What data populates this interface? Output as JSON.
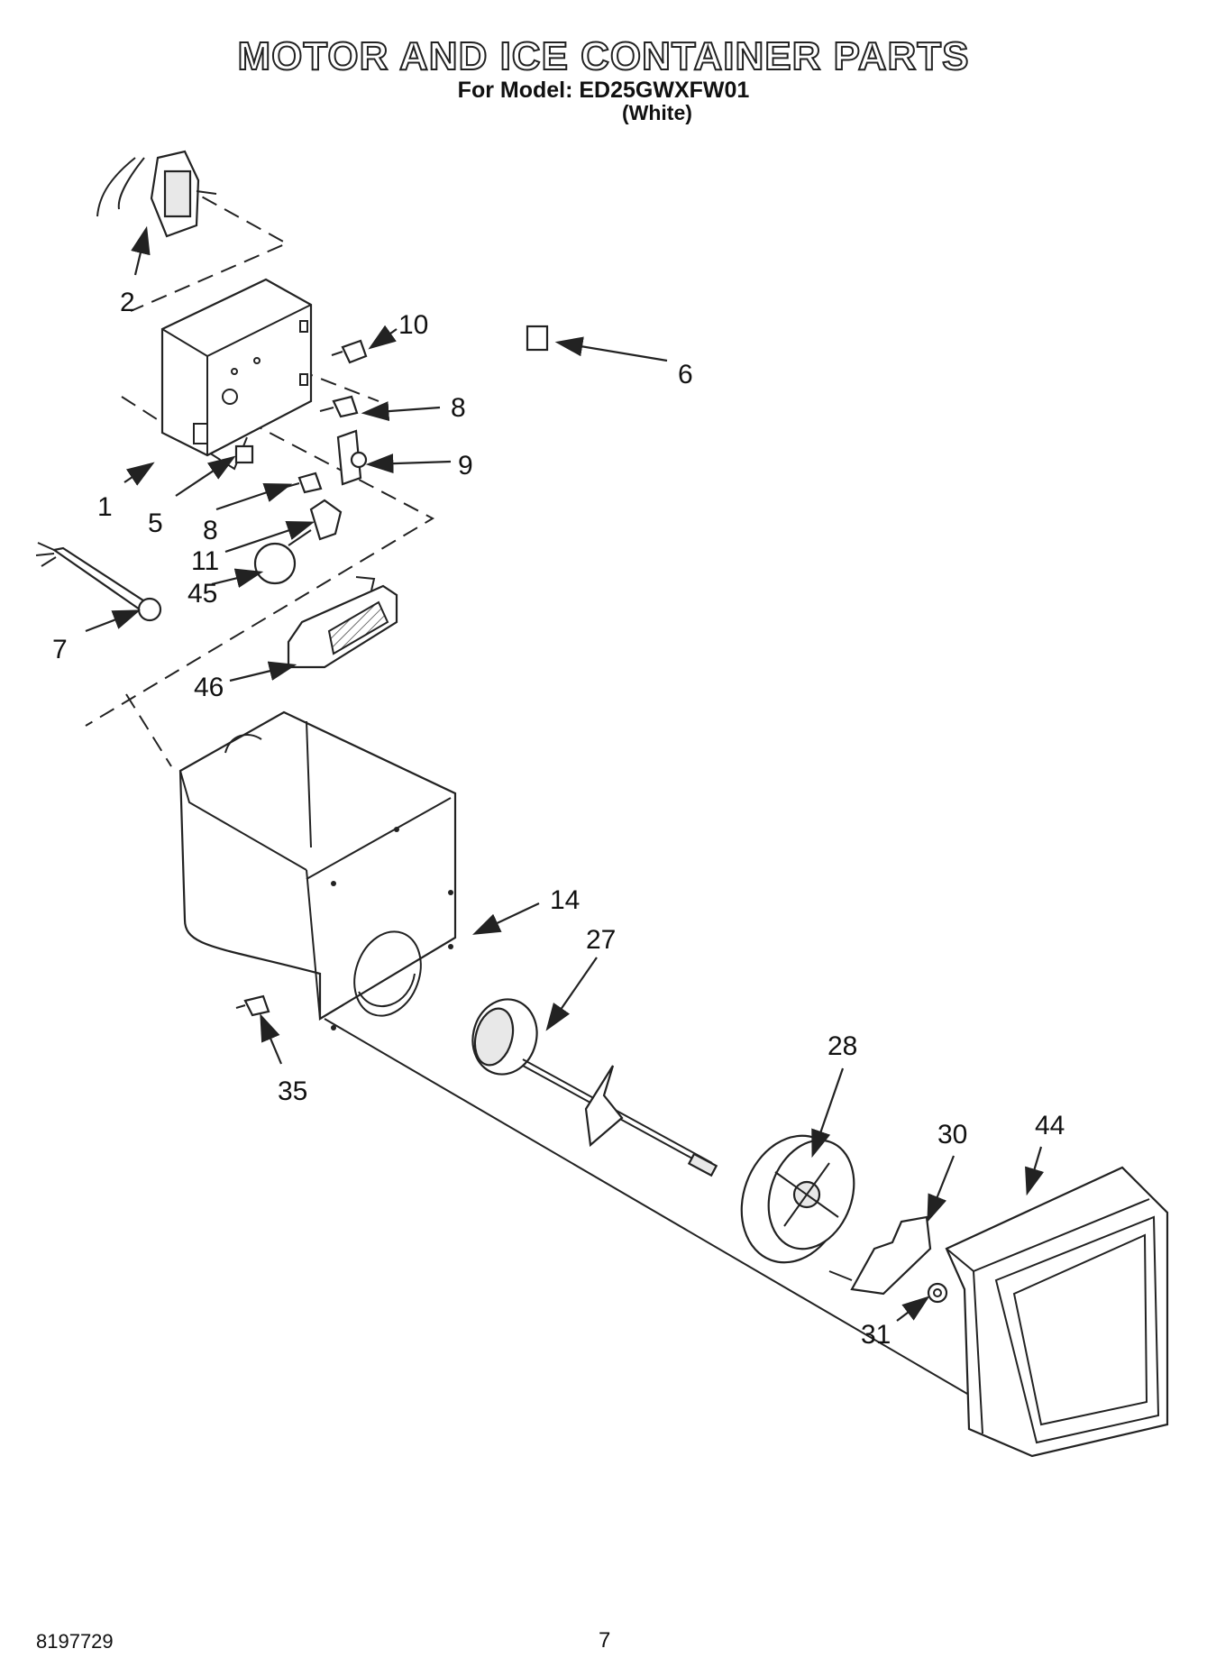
{
  "header": {
    "title": "MOTOR AND ICE CONTAINER PARTS",
    "model_line": "For Model: ED25GWXFW01",
    "color_line": "(White)"
  },
  "footer": {
    "doc_number": "8197729",
    "page_number": "7"
  },
  "callouts": {
    "c1": "1",
    "c2": "2",
    "c5": "5",
    "c6": "6",
    "c7": "7",
    "c8a": "8",
    "c8b": "8",
    "c9": "9",
    "c10": "10",
    "c11": "11",
    "c14": "14",
    "c27": "27",
    "c28": "28",
    "c30": "30",
    "c31": "31",
    "c35": "35",
    "c44": "44",
    "c45": "45",
    "c46": "46"
  }
}
